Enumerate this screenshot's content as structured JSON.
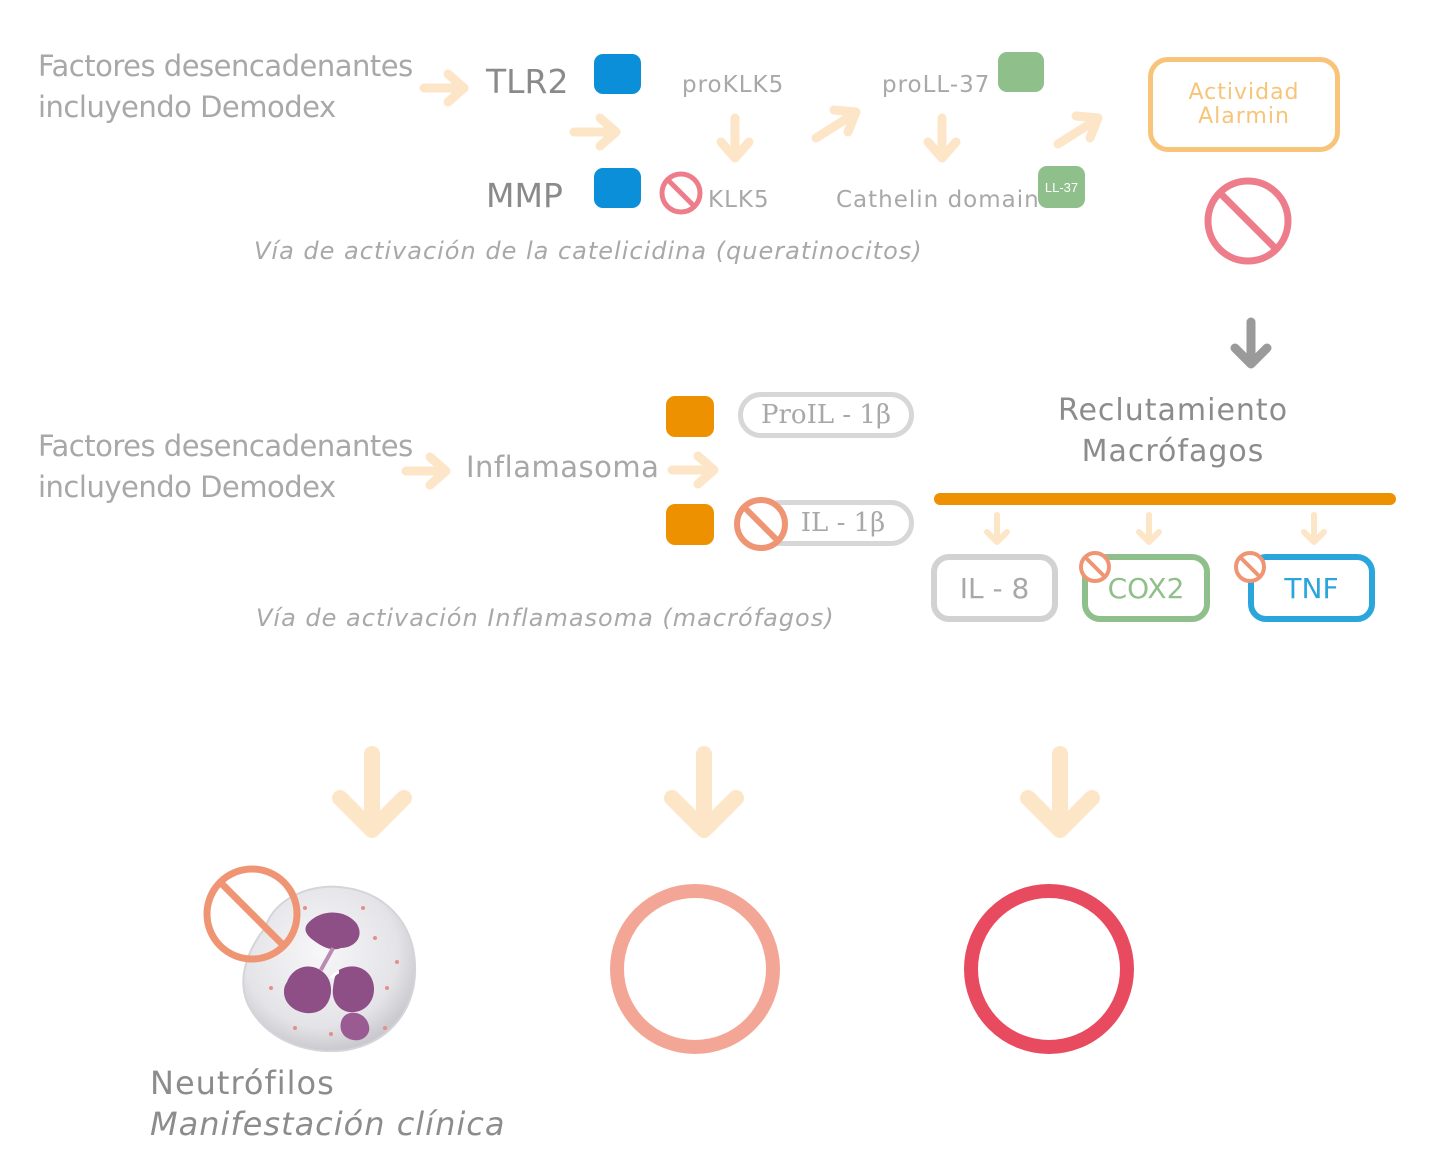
{
  "cathelicidin": {
    "triggers_line1": "Factores desencadenantes",
    "triggers_line2": "incluyendo Demodex",
    "tlr2": "TLR2",
    "mmp": "MMP",
    "proklk5": "proKLK5",
    "klk5": "KLK5",
    "proll37": "proLL-37",
    "cathelin_domain": "Cathelin domain",
    "ll37_badge": "LL-37",
    "alarmin_line1": "Actividad",
    "alarmin_line2": "Alarmin",
    "caption": "Vía de activación de la catelicidina (queratinocitos)"
  },
  "inflammasome": {
    "triggers_line1": "Factores desencadenantes",
    "triggers_line2": "incluyendo Demodex",
    "inflamasoma": "Inflamasoma",
    "proil1b": "ProIL - 1β",
    "il1b": "IL - 1β",
    "caption": "Vía de activación Inflamasoma (macrófagos)"
  },
  "macrophages": {
    "line1": "Reclutamiento",
    "line2": "Macrófagos",
    "il8": "IL - 8",
    "cox2": "COX2",
    "tnf": "TNF"
  },
  "outcome": {
    "neutrophils": "Neutrófilos",
    "manifestation": "Manifestación clínica"
  },
  "colors": {
    "blue": "#0a8fd8",
    "green": "#8fbf8a",
    "orange": "#ee9100",
    "alarmin": "#f7c47a",
    "block_pink": "#ee7d8c",
    "block_salmon": "#ef9574",
    "arrow_peach": "#fde5c7",
    "tnf_blue": "#2aa6dc",
    "ring_light": "#f3a695",
    "ring_dark": "#e84a5f"
  }
}
